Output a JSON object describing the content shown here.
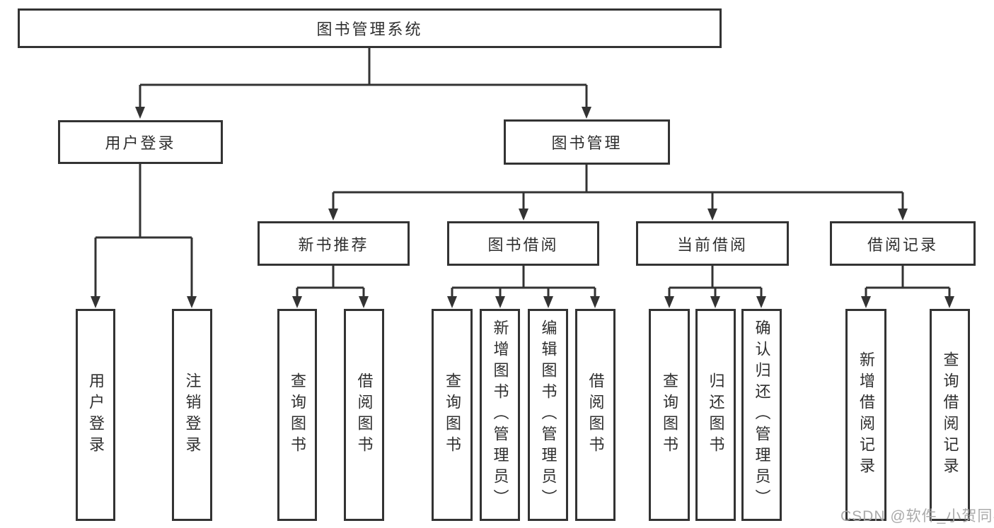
{
  "diagram": {
    "type": "tree",
    "tree": {
      "root": "图书管理系统",
      "children": [
        {
          "label": "用户登录",
          "children": [
            "用户登录",
            "注销登录"
          ]
        },
        {
          "label": "图书管理",
          "children": [
            {
              "label": "新书推荐",
              "children": [
                "查询图书",
                "借阅图书"
              ]
            },
            {
              "label": "图书借阅",
              "children": [
                "查询图书",
                "新增图书（管理员）",
                "编辑图书（管理员）",
                "借阅图书"
              ]
            },
            {
              "label": "当前借阅",
              "children": [
                "查询图书",
                "归还图书",
                "确认归还（管理员）"
              ]
            },
            {
              "label": "借阅记录",
              "children": [
                "新增借阅记录",
                "查询借阅记录"
              ]
            }
          ]
        }
      ]
    }
  },
  "watermark": "CSDN @软件_小贺同学",
  "colors": {
    "line": "#333333",
    "box_border": "#333333",
    "text": "#2f2f2f",
    "watermark": "#a5a5a5",
    "background": "#ffffff"
  }
}
